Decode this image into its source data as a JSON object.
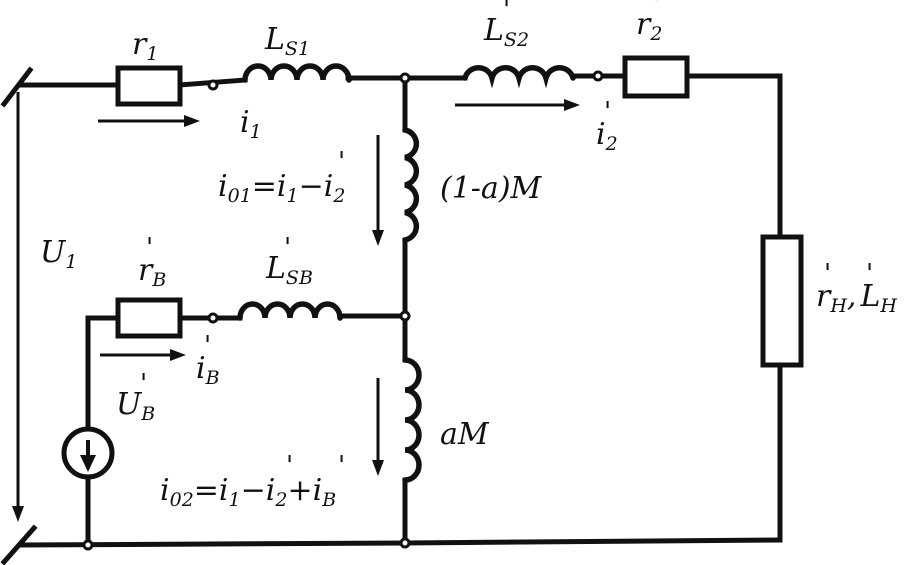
{
  "labels": {
    "r1": "r",
    "r1_sub": "1",
    "ls1": "L",
    "ls1_sub": "S1",
    "ls2": "L",
    "ls2_sub": "S2",
    "r2": "r",
    "r2_sub": "2",
    "i1": "i",
    "i1_sub": "1",
    "i2": "i",
    "i2_sub": "2",
    "i01_eq": "i",
    "i01_sub": "01",
    "i01_rhs_a": "=i",
    "i01_rhs_a_sub": "1",
    "i01_rhs_b": "−i",
    "i01_rhs_b_sub": "2",
    "m_upper": "(1-a)M",
    "u1": "U",
    "u1_sub": "1",
    "rb": "r",
    "rb_sub": "B",
    "lsb": "L",
    "lsb_sub": "SB",
    "ib": "i",
    "ib_sub": "B",
    "ub": "U",
    "ub_sub": "B",
    "m_lower": "aM",
    "i02_eq": "i",
    "i02_sub": "02",
    "i02_rhs_a": "=i",
    "i02_rhs_a_sub": "1",
    "i02_rhs_b": "−i",
    "i02_rhs_b_sub": "2",
    "i02_rhs_c": "+i",
    "i02_rhs_c_sub": "B",
    "load_r": "r",
    "load_r_sub": "H",
    "load_comma": ",",
    "load_l": "L",
    "load_l_sub": "H",
    "prime": "'"
  }
}
